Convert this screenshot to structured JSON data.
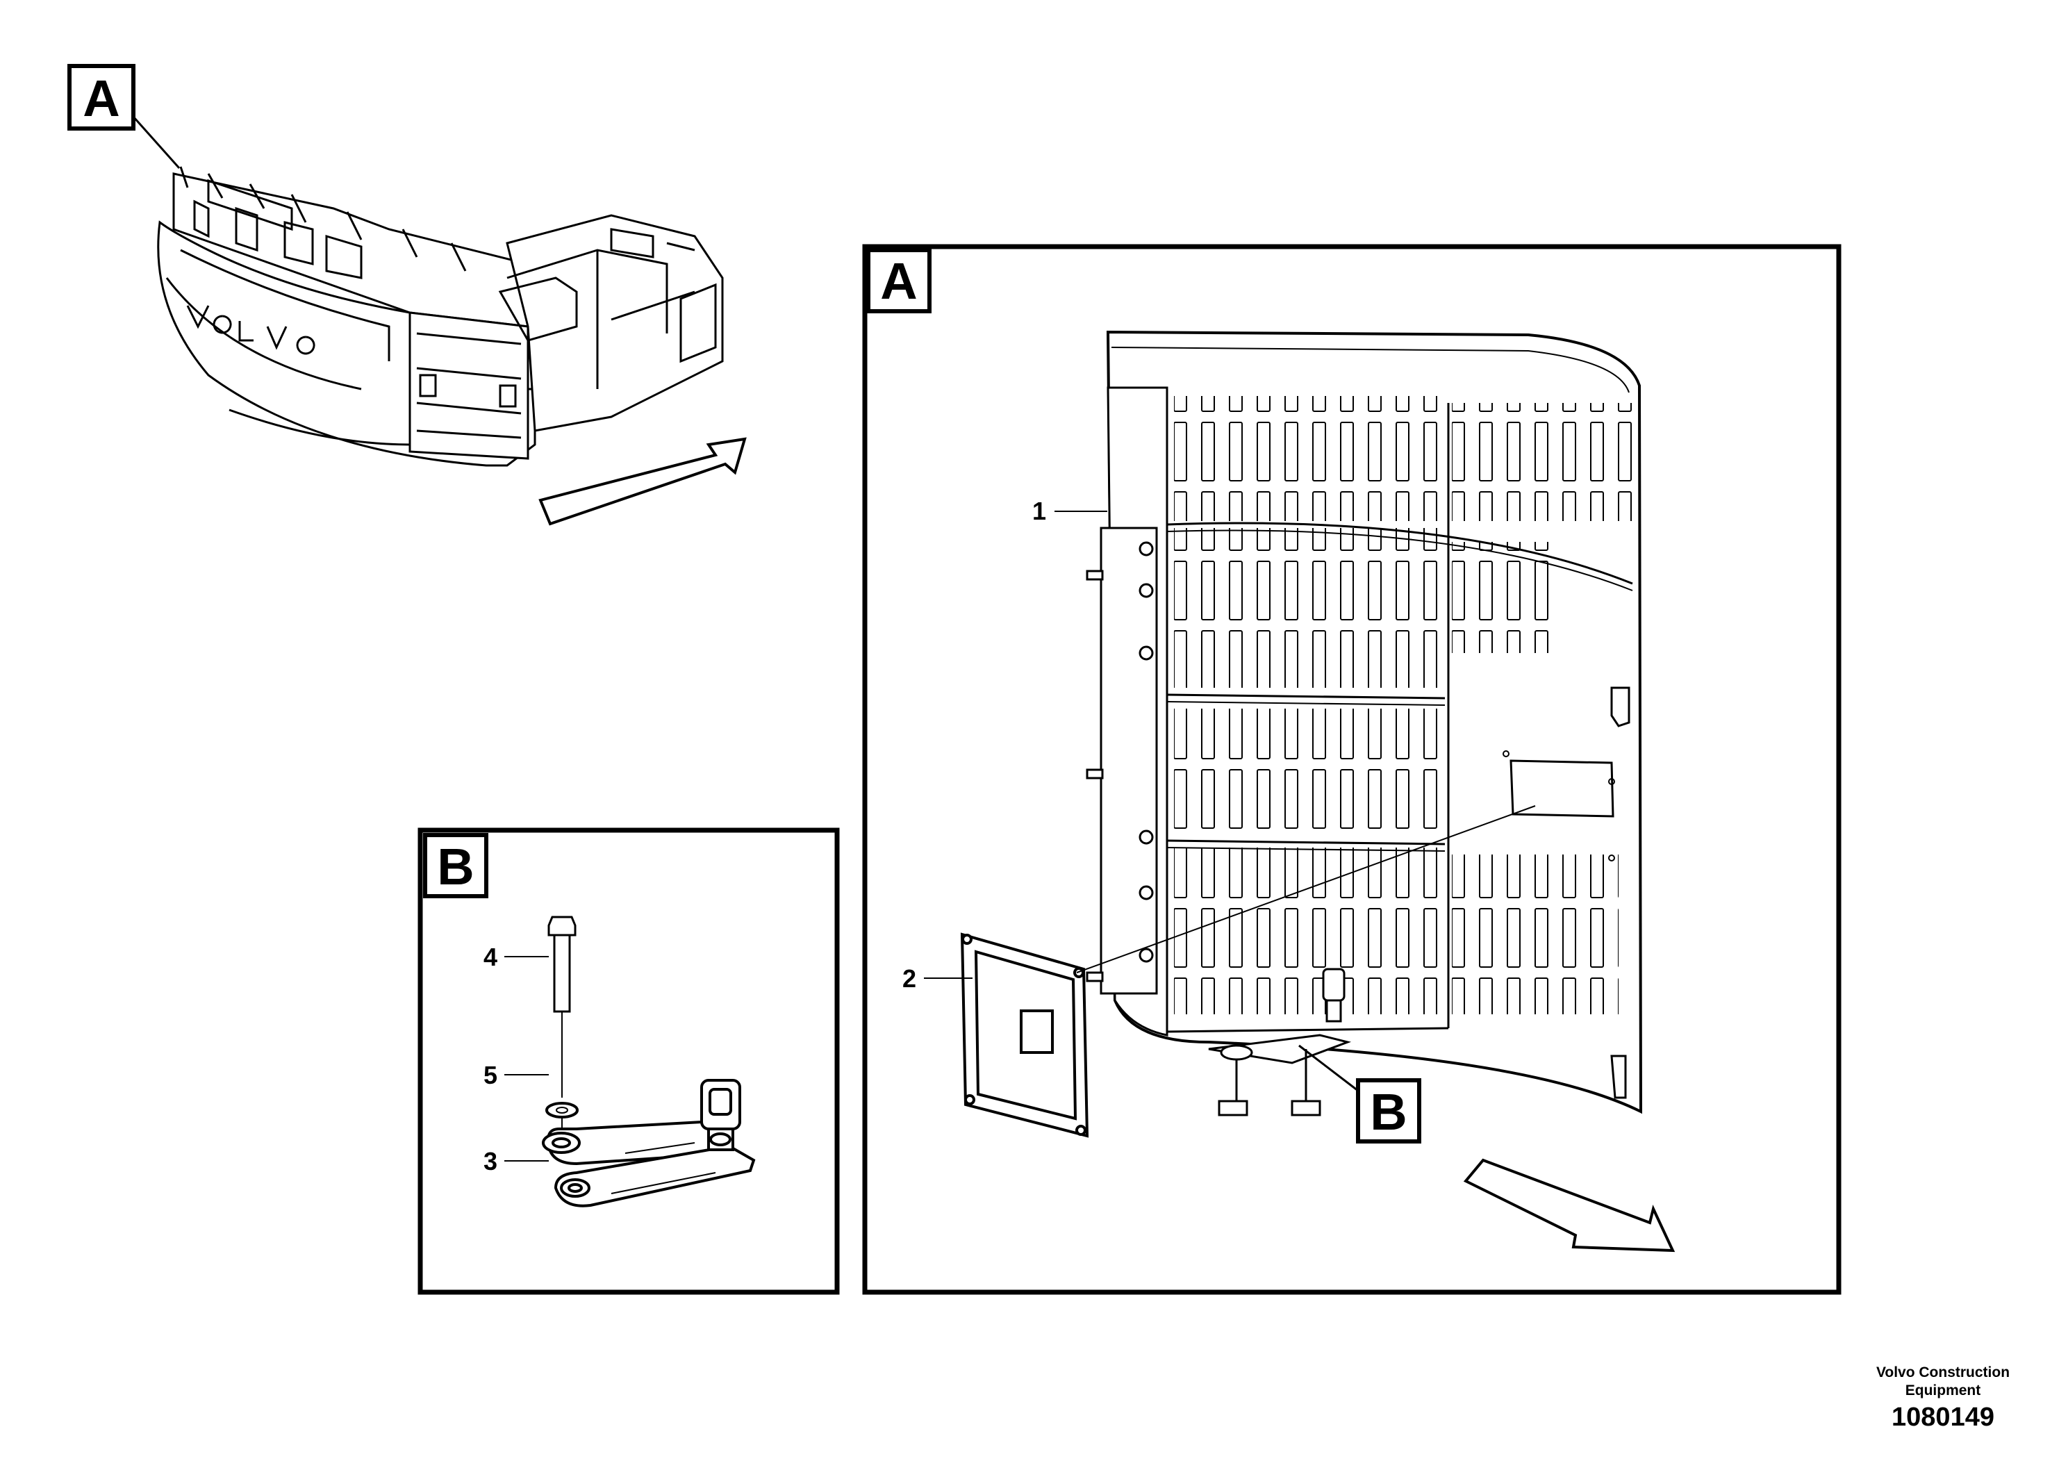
{
  "view_tags": {
    "a_overview": "A",
    "a_detail": "A",
    "b_detail": "B",
    "b_callout": "B"
  },
  "callouts": [
    "1",
    "2",
    "3",
    "4",
    "5"
  ],
  "footer": {
    "maker_line1": "Volvo Construction",
    "maker_line2": "Equipment",
    "code": "1080149"
  },
  "icons": [
    "direction-arrow-icon",
    "lamp-icon",
    "bolt-icon",
    "washer-icon",
    "hinge-icon"
  ]
}
